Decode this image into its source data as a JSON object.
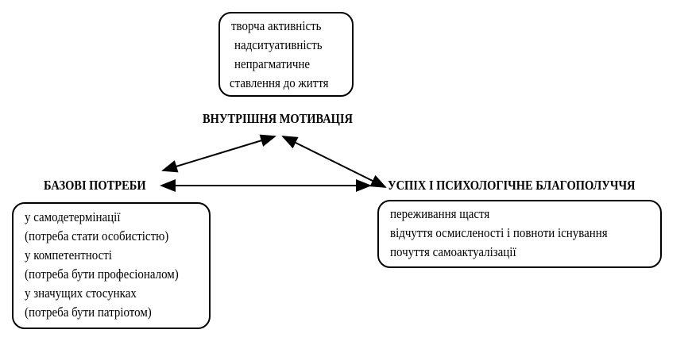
{
  "intrinsic": {
    "title": "ВНУТРІШНЯ МОТИВАЦІЯ",
    "items": [
      "творча активність",
      "надситуативність",
      "непрагматичне",
      "ставлення до життя"
    ]
  },
  "needs": {
    "title": "БАЗОВІ ПОТРЕБИ",
    "items": [
      "у самодетермінації",
      "(потреба стати особистістю)",
      "у компетентності",
      "(потреба бути професіоналом)",
      "у значущих стосунках",
      "(потреба бути патріотом)"
    ]
  },
  "success": {
    "title": "УСПІХ І ПСИХОЛОГІЧНЕ БЛАГОПОЛУЧЧЯ",
    "items": [
      "переживання щастя",
      "відчуття осмисленості і повноти існування",
      "почуття самоактуалізації"
    ]
  }
}
